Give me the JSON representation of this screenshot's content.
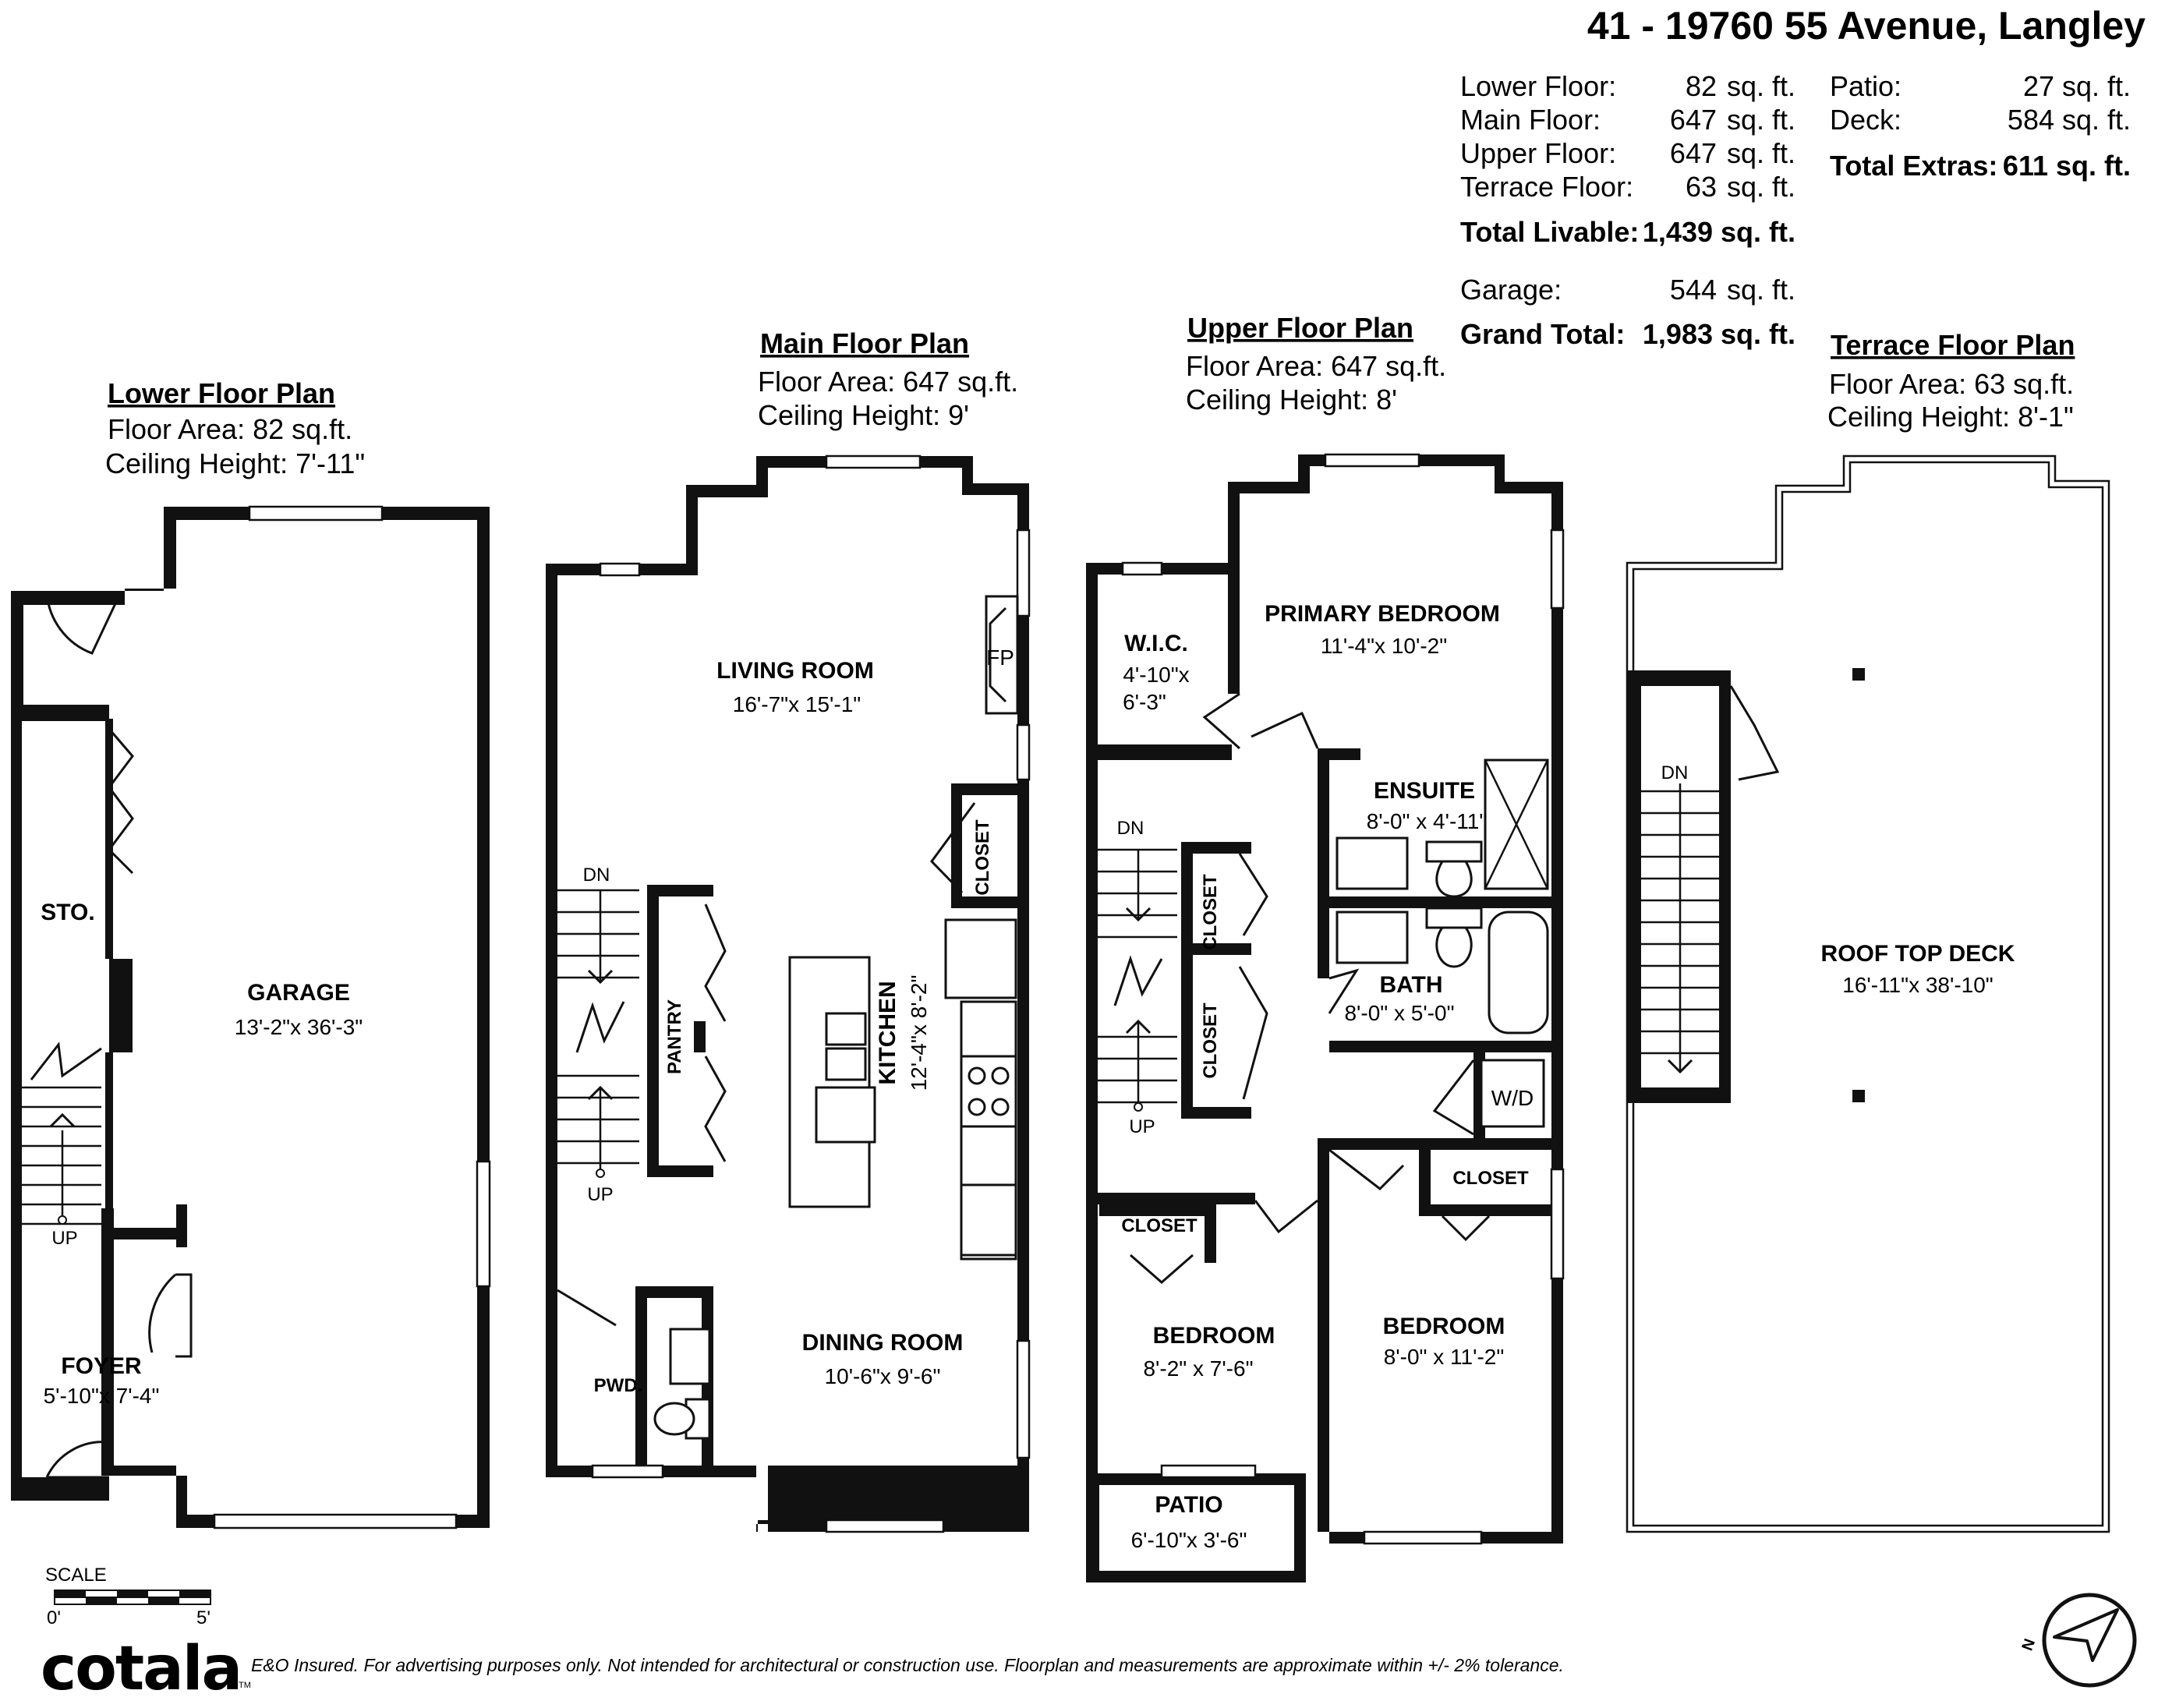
{
  "header": {
    "address": "41 - 19760 55 Avenue, Langley"
  },
  "areas": {
    "lower_label": "Lower Floor:",
    "lower_value": "82",
    "lower_unit": "sq. ft.",
    "main_label": "Main Floor:",
    "main_value": "647",
    "main_unit": "sq. ft.",
    "upper_label": "Upper Floor:",
    "upper_value": "647",
    "upper_unit": "sq. ft.",
    "terrace_label": "Terrace Floor:",
    "terrace_value": "63",
    "terrace_unit": "sq. ft.",
    "total_livable_label": "Total Livable:",
    "total_livable_value": "1,439 sq. ft.",
    "garage_label": "Garage:",
    "garage_value": "544",
    "garage_unit": "sq. ft.",
    "grand_total_label": "Grand Total:",
    "grand_total_value": "1,983 sq. ft.",
    "patio_label": "Patio:",
    "patio_value": "27",
    "patio_unit": "sq. ft.",
    "deck_label": "Deck:",
    "deck_value": "584",
    "deck_unit": "sq. ft.",
    "total_extras_label": "Total Extras:",
    "total_extras_value": "611 sq. ft."
  },
  "plans": {
    "lower": {
      "title": "Lower Floor Plan",
      "area": "Floor Area: 82 sq.ft.",
      "ceiling": "Ceiling Height: 7'-11\""
    },
    "main": {
      "title": "Main Floor Plan",
      "area": "Floor Area: 647 sq.ft.",
      "ceiling": "Ceiling Height: 9'"
    },
    "upper": {
      "title": "Upper Floor Plan",
      "area": "Floor Area: 647 sq.ft.",
      "ceiling": "Ceiling Height: 8'"
    },
    "terrace": {
      "title": "Terrace Floor Plan",
      "area": "Floor Area: 63 sq.ft.",
      "ceiling": "Ceiling Height: 8'-1\""
    }
  },
  "rooms": {
    "garage": {
      "name": "GARAGE",
      "dim": "13'-2\"x 36'-3\""
    },
    "sto": {
      "name": "STO."
    },
    "foyer": {
      "name": "FOYER",
      "dim": "5'-10\"x 7'-4\""
    },
    "living": {
      "name": "LIVING ROOM",
      "dim": "16'-7\"x 15'-1\""
    },
    "fp": {
      "name": "FP"
    },
    "closet_main": {
      "name": "CLOSET"
    },
    "pantry": {
      "name": "PANTRY"
    },
    "kitchen": {
      "name": "KITCHEN",
      "dim": "12'-4\"x 8'-2\""
    },
    "dining": {
      "name": "DINING ROOM",
      "dim": "10'-6\"x 9'-6\""
    },
    "pwd": {
      "name": "PWD."
    },
    "wic": {
      "name": "W.I.C.",
      "dim1": "4'-10\"x",
      "dim2": "6'-3\""
    },
    "primary": {
      "name": "PRIMARY BEDROOM",
      "dim": "11'-4\"x 10'-2\""
    },
    "ensuite": {
      "name": "ENSUITE",
      "dim": "8'-0\" x 4'-11\""
    },
    "bath": {
      "name": "BATH",
      "dim": "8'-0\" x 5'-0\""
    },
    "closet_u1": {
      "name": "CLOSET"
    },
    "closet_u2": {
      "name": "CLOSET"
    },
    "wd": {
      "name": "W/D"
    },
    "closet_u3": {
      "name": "CLOSET"
    },
    "closet_u4": {
      "name": "CLOSET"
    },
    "bedroom1": {
      "name": "BEDROOM",
      "dim": "8'-2\" x 7'-6\""
    },
    "bedroom2": {
      "name": "BEDROOM",
      "dim": "8'-0\" x 11'-2\""
    },
    "patio": {
      "name": "PATIO",
      "dim": "6'-10\"x 3'-6\""
    },
    "rooftop": {
      "name": "ROOF TOP DECK",
      "dim": "16'-11\"x 38'-10\""
    }
  },
  "stairs": {
    "up": "UP",
    "dn": "DN"
  },
  "scale": {
    "label": "SCALE",
    "start": "0'",
    "end": "5'"
  },
  "footer": {
    "logo": "cotala",
    "tm": "TM",
    "disclaimer": "E&O Insured. For advertising purposes only. Not intended for architectural or construction use. Floorplan and measurements are approximate within +/- 2% tolerance."
  },
  "compass": {
    "letter": "N"
  }
}
